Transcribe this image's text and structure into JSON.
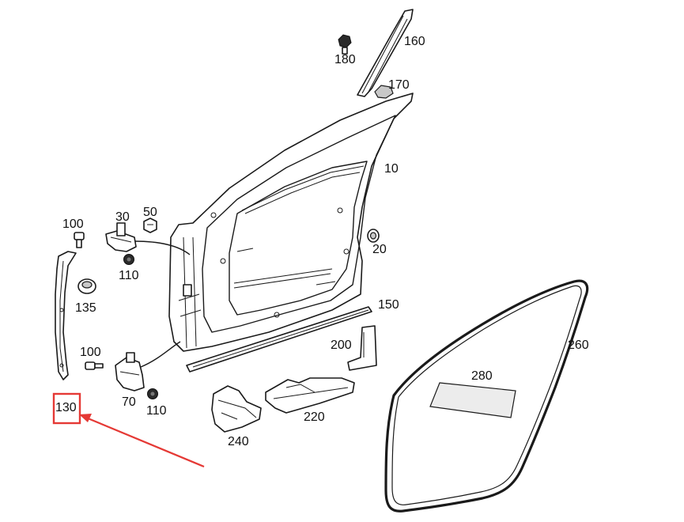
{
  "diagram": {
    "labels": {
      "l160": "160",
      "l180": "180",
      "l170": "170",
      "l10": "10",
      "l100a": "100",
      "l30": "30",
      "l50": "50",
      "l20": "20",
      "l110a": "110",
      "l135": "135",
      "l150": "150",
      "l200": "200",
      "l260": "260",
      "l100b": "100",
      "l280": "280",
      "l70": "70",
      "l110b": "110",
      "l130": "130",
      "l220": "220",
      "l240": "240"
    },
    "highlight": {
      "target_label": "130",
      "box_color": "#e53935",
      "arrow_color": "#e53935"
    }
  }
}
